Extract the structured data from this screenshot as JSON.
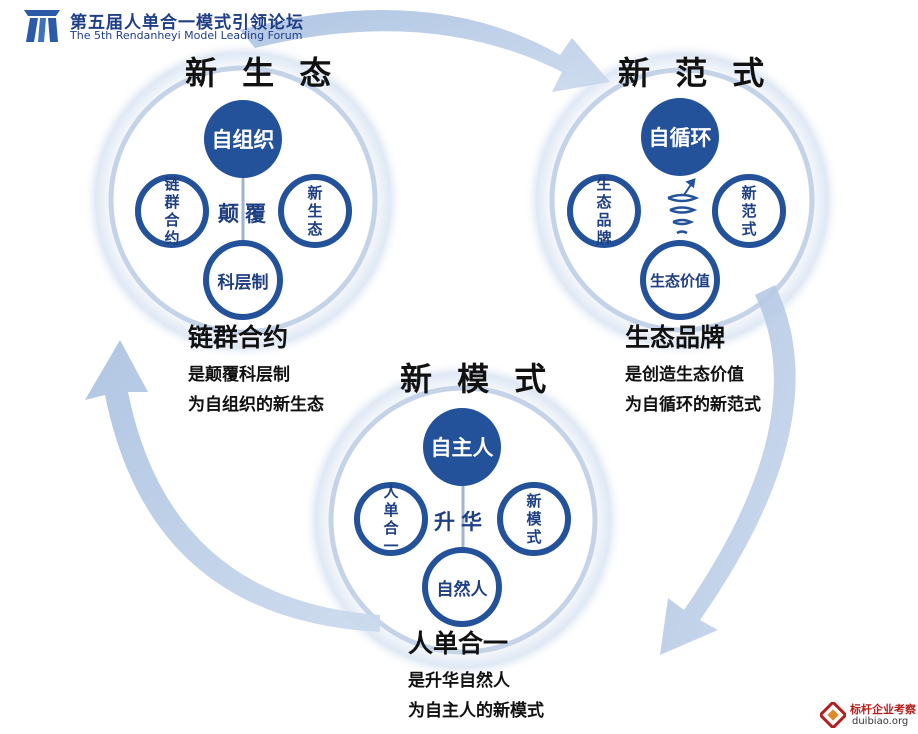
{
  "logo": {
    "title_cn": "第五届人单合一模式引领论坛",
    "title_en": "The 5th Rendanheyi Model Leading Forum"
  },
  "clusters": [
    {
      "title": "新 生 态",
      "top": "自组织",
      "left": "链群合约",
      "right": "新生态",
      "bottom": "科层制",
      "center": "颠覆",
      "heading": "链群合约",
      "line1": "是颠覆科层制",
      "line2": "为自组织的新生态"
    },
    {
      "title": "新 范 式",
      "top": "自循环",
      "left": "生态品牌",
      "right": "新范式",
      "bottom": "生态价值",
      "center": "",
      "heading": "生态品牌",
      "line1": "是创造生态价值",
      "line2": "为自循环的新范式"
    },
    {
      "title": "新 模 式",
      "top": "自主人",
      "left": "人单合一",
      "right": "新模式",
      "bottom": "自然人",
      "center": "升华",
      "heading": "人单合一",
      "line1": "是升华自然人",
      "line2": "为自主人的新模式"
    }
  ],
  "watermark": {
    "cn": "标杆企业考察",
    "en": "duibiao.org"
  },
  "colors": {
    "primary": "#23519a",
    "arrow": "#b7cce6",
    "halo": "#d6e2f1",
    "watermark": "#b41e1e"
  }
}
